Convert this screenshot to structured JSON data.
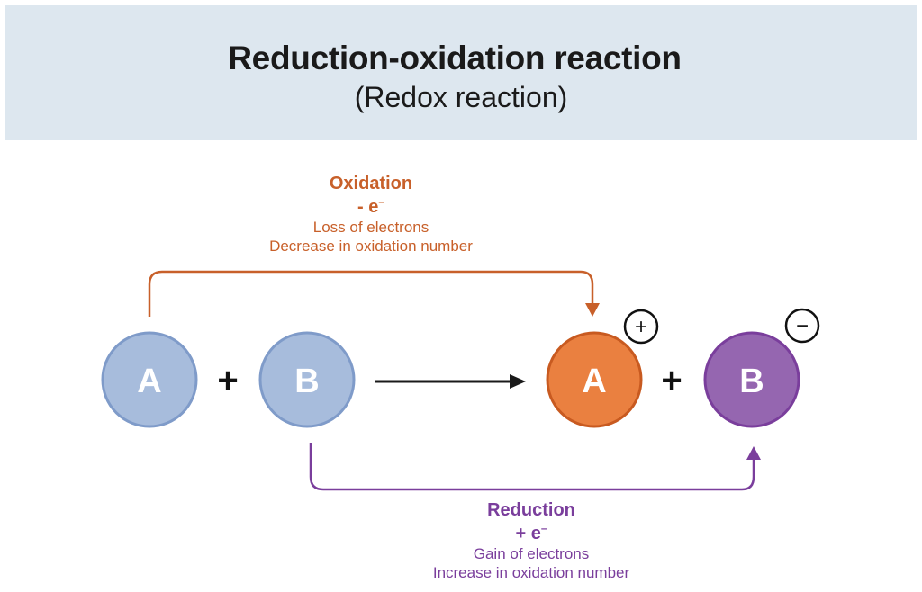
{
  "header": {
    "title": "Reduction-oxidation reaction",
    "subtitle": "(Redox reaction)"
  },
  "reactants": {
    "a_label": "A",
    "plus": "+",
    "b_label": "B"
  },
  "products": {
    "a_label": "A",
    "a_charge": "+",
    "plus": "+",
    "b_label": "B",
    "b_charge": "−"
  },
  "oxidation": {
    "title": "Oxidation",
    "electron": "- e",
    "electron_sup": "–",
    "line1": "Loss of electrons",
    "line2": "Decrease in oxidation number"
  },
  "reduction": {
    "title": "Reduction",
    "electron": "+ e",
    "electron_sup": "–",
    "line1": "Gain of electrons",
    "line2": "Increase in oxidation number"
  },
  "colors": {
    "reactant_fill": "#a7bcdc",
    "reactant_stroke": "#7f9bc9",
    "product_a_fill": "#ea8040",
    "product_a_stroke": "#c85a20",
    "product_b_fill": "#9566b0",
    "product_b_stroke": "#7a3e9c",
    "oxidation": "#c8602a",
    "reduction": "#7a3e9c"
  }
}
